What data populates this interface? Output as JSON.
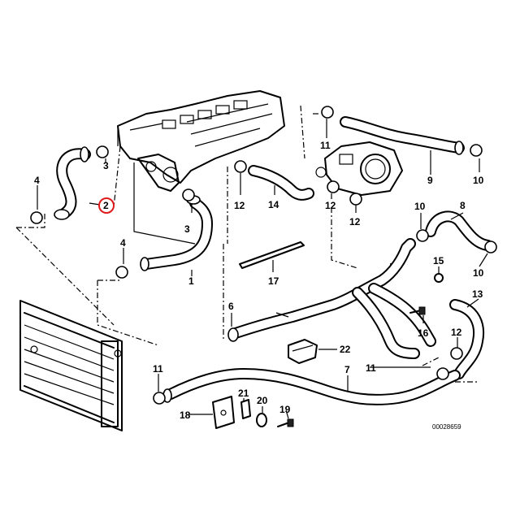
{
  "callouts": {
    "c1": "1",
    "c2": "2",
    "c3a": "3",
    "c3b": "3",
    "c4a": "4",
    "c4b": "4",
    "c6": "6",
    "c7": "7",
    "c8": "8",
    "c9": "9",
    "c10a": "10",
    "c10b": "10",
    "c10c": "10",
    "c11a": "11",
    "c11b": "11",
    "c11c": "11",
    "c12a": "12",
    "c12b": "12",
    "c12c": "12",
    "c12d": "12",
    "c13": "13",
    "c14": "14",
    "c15": "15",
    "c16": "16",
    "c17": "17",
    "c18": "18",
    "c19": "19",
    "c20": "20",
    "c21": "21",
    "c22": "22"
  },
  "highlighted_callout": "2",
  "highlight_color": "#e0191b",
  "diagram_code": "00028659"
}
